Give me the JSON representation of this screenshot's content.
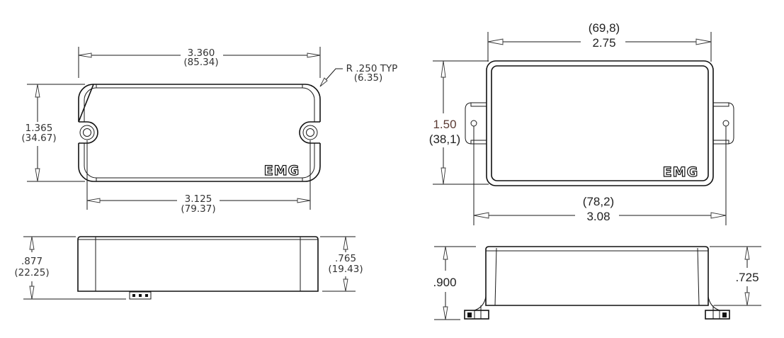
{
  "brand_logo": "EMG",
  "left_drawing": {
    "top_view": {
      "overall_length": {
        "inch": "3.360",
        "mm": "(85.34)"
      },
      "width": {
        "inch": "1.365",
        "mm": "(34.67)"
      },
      "mount_spacing": {
        "inch": "3.125",
        "mm": "(79.37)"
      },
      "corner_radius": {
        "inch": "R .250 TYP",
        "mm": "(6.35)"
      }
    },
    "side_view": {
      "overall_height": {
        "inch": ".877",
        "mm": "(22.25)"
      },
      "body_height": {
        "inch": ".765",
        "mm": "(19.43)"
      }
    }
  },
  "right_drawing": {
    "top_view": {
      "cover_length": {
        "mm": "(69,8)",
        "inch": "2.75"
      },
      "width": {
        "inch": "1.50",
        "mm": "(38,1)"
      },
      "mount_spacing": {
        "mm": "(78,2)",
        "inch": "3.08"
      }
    },
    "side_view": {
      "overall_height": {
        "inch": ".900"
      },
      "body_height": {
        "inch": ".725"
      }
    }
  }
}
